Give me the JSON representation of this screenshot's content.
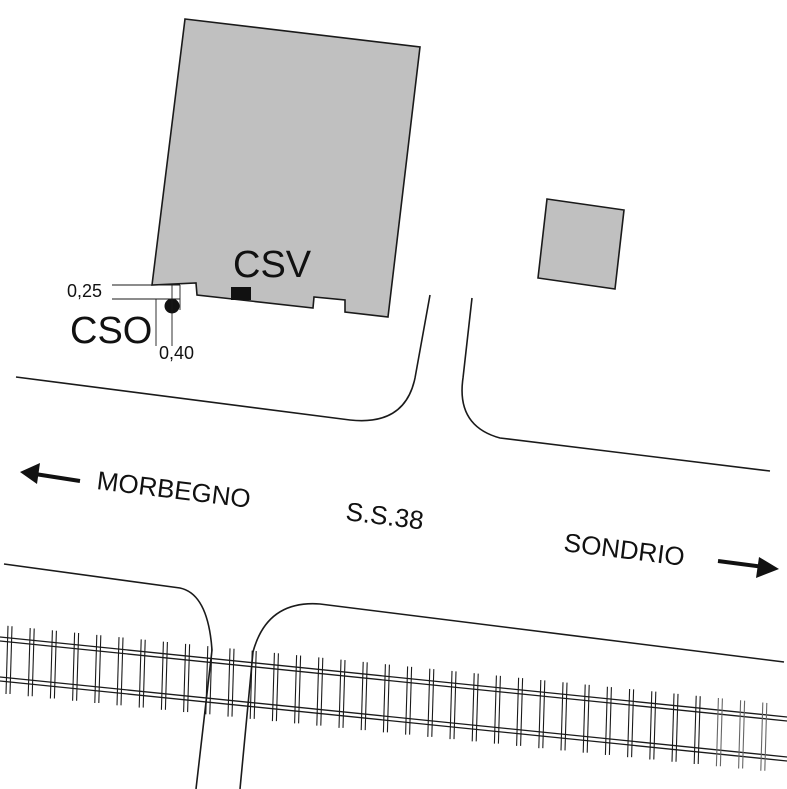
{
  "labels": {
    "csv": "CSV",
    "cso": "CSO",
    "dim_025": "0,25",
    "dim_040": "0,40",
    "road": "S.S.38",
    "west_dir": "MORBEGNO",
    "east_dir": "SONDRIO"
  },
  "colors": {
    "building_fill": "#c0c0c0",
    "stroke": "#1a1a1a",
    "background": "#ffffff"
  },
  "icons": {
    "west_arrow": "arrow-left-icon",
    "east_arrow": "arrow-right-icon",
    "cso_marker": "filled-circle-marker",
    "csv_marker": "filled-rectangle-marker"
  }
}
